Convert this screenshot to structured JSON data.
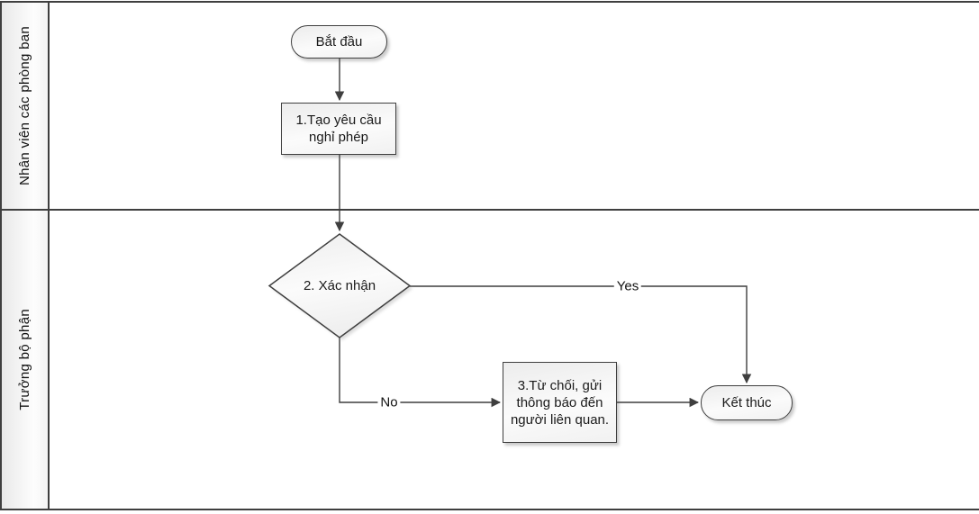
{
  "diagram": {
    "type": "swimlane-flowchart",
    "lanes": [
      {
        "label": "Nhân viên các phòng ban"
      },
      {
        "label": "Trưởng bộ phận"
      }
    ],
    "nodes": {
      "start": {
        "shape": "terminator",
        "label": "Bắt đầu",
        "lane": "Nhân viên các phòng ban"
      },
      "task1": {
        "shape": "process",
        "label": "1.Tạo yêu cầu nghỉ phép",
        "lines": [
          "1.Tạo yêu cầu",
          "nghỉ phép"
        ],
        "lane": "Nhân viên các phòng ban"
      },
      "decision": {
        "shape": "decision",
        "label": "2. Xác nhận",
        "lane": "Trưởng bộ phận"
      },
      "task3": {
        "shape": "process",
        "label": "3.Từ chối, gửi thông báo đến người liên quan.",
        "lines": [
          "3.Từ chối, gửi",
          "thông báo đến",
          "người liên quan."
        ],
        "lane": "Trưởng bộ phận"
      },
      "end": {
        "shape": "terminator",
        "label": "Kết thúc",
        "lane": "Trưởng bộ phận"
      }
    },
    "edges": [
      {
        "from": "start",
        "to": "task1"
      },
      {
        "from": "task1",
        "to": "decision"
      },
      {
        "from": "decision",
        "to": "end",
        "label": "Yes"
      },
      {
        "from": "decision",
        "to": "task3",
        "label": "No"
      },
      {
        "from": "task3",
        "to": "end"
      }
    ],
    "edge_labels": {
      "yes": "Yes",
      "no": "No"
    },
    "colors": {
      "line": "#3f3f3f",
      "shape_border": "#3f3f3f",
      "shape_fill_light": "#fbfbfb",
      "shape_fill_dark": "#ececec",
      "text": "#1a1a1a",
      "background": "#ffffff"
    }
  }
}
